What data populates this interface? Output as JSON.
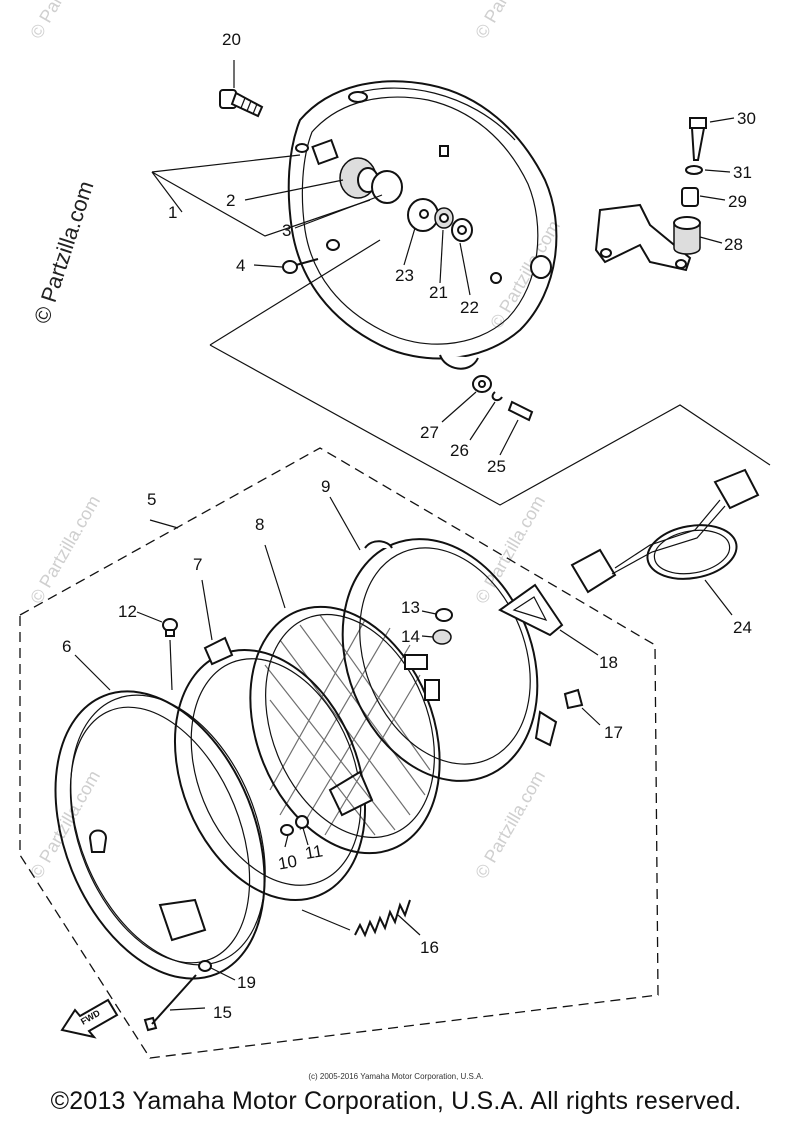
{
  "watermark": "© Partzilla.com",
  "part_numbers": {
    "p1": "1",
    "p2": "2",
    "p3": "3",
    "p4": "4",
    "p5": "5",
    "p6": "6",
    "p7": "7",
    "p8": "8",
    "p9": "9",
    "p10": "10",
    "p11": "11",
    "p12": "12",
    "p13": "13",
    "p14": "14",
    "p15": "15",
    "p16": "16",
    "p17": "17",
    "p18": "18",
    "p19": "19",
    "p20": "20",
    "p21": "21",
    "p22": "22",
    "p23": "23",
    "p24": "24",
    "p25": "25",
    "p26": "26",
    "p27": "27",
    "p28": "28",
    "p29": "29",
    "p30": "30",
    "p31": "31"
  },
  "fwd_arrow_label": "FWD",
  "small_copyright": "(c) 2005-2016 Yamaha Motor Corporation, U.S.A.",
  "copyright": "©2013 Yamaha Motor Corporation, U.S.A. All rights reserved."
}
